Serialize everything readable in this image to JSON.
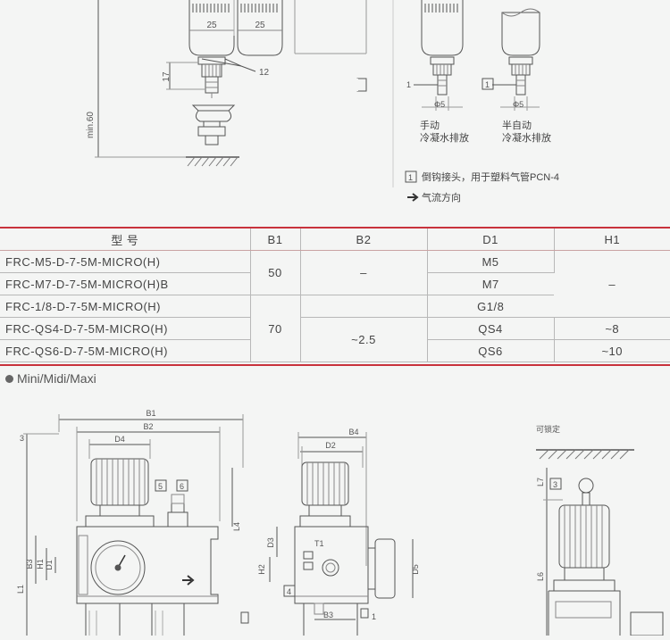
{
  "top": {
    "dims": {
      "d25a": "25",
      "d25b": "25",
      "d17": "17",
      "d12": "12",
      "min60": "min.60",
      "phi5a": "Φ5",
      "phi5b": "Φ5"
    },
    "callout_1a": "1",
    "callout_1b": "1",
    "manual_line1": "手动",
    "manual_line2": "冷凝水排放",
    "semi_line1": "半自动",
    "semi_line2": "冷凝水排放",
    "note_num": "1",
    "note_text": "倒钩接头，用于塑料气管PCN-4",
    "flow_text": "气流方向"
  },
  "table": {
    "headers": [
      "型 号",
      "B1",
      "B2",
      "D1",
      "H1"
    ],
    "models": [
      "FRC-M5-D-7-5M-MICRO(H)",
      "FRC-M7-D-7-5M-MICRO(H)B",
      "FRC-1/8-D-7-5M-MICRO(H)",
      "FRC-QS4-D-7-5M-MICRO(H)",
      "FRC-QS6-D-7-5M-MICRO(H)"
    ],
    "b1": [
      "50",
      "70"
    ],
    "b2": [
      "–",
      "~2.5"
    ],
    "d1": [
      "M5",
      "M7",
      "G1/8",
      "QS4",
      "QS6"
    ],
    "h1": [
      "–",
      "~8",
      "~10"
    ]
  },
  "bottom": {
    "title": "Mini/Midi/Maxi",
    "labels": {
      "b1": "B1",
      "b2": "B2",
      "d4": "D4",
      "l1": "L1",
      "l4": "L4",
      "b3": "B3",
      "h1": "H1",
      "d1": "D1",
      "n3": "3",
      "c5": "5",
      "c6": "6",
      "b4": "B4",
      "d2": "D2",
      "d3": "D3",
      "t1": "T1",
      "h2": "H2",
      "d5": "D5",
      "c4": "4",
      "b3b": "B3",
      "lockable": "可锁定",
      "l7": "L7",
      "c3": "3",
      "l6": "L6",
      "c1b": "1"
    }
  }
}
